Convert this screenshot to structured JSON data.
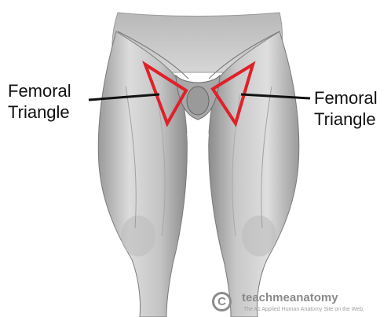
{
  "labels": {
    "left": {
      "line1": "Femoral",
      "line2": "Triangle"
    },
    "right": {
      "line1": "Femoral",
      "line2": "Triangle"
    }
  },
  "watermark": {
    "symbol": "C",
    "name": "teachmeanatomy",
    "tagline": "The #1 Applied Human Anatomy Site on the Web."
  },
  "colors": {
    "triangle_outline": "#e0202a",
    "pointer_line": "#111111",
    "skin_base": "#cfcfcf",
    "skin_shadow": "#8e8e8e",
    "background": "#ffffff"
  }
}
